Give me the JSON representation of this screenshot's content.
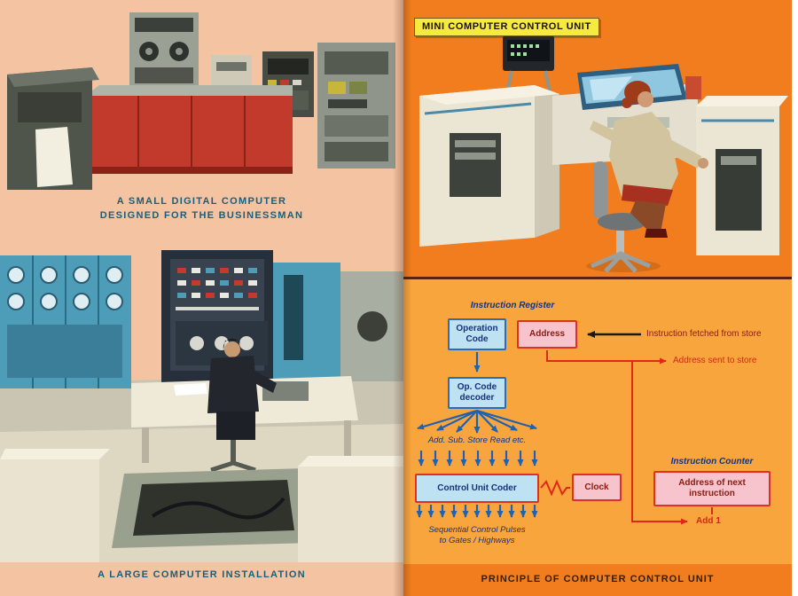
{
  "left_page": {
    "caption_small_line1": "A SMALL DIGITAL COMPUTER",
    "caption_small_line2": "DESIGNED FOR THE BUSINESSMAN",
    "caption_large": "A LARGE COMPUTER INSTALLATION"
  },
  "right_page": {
    "header_label": "MINI COMPUTER CONTROL UNIT",
    "footer_caption": "PRINCIPLE OF COMPUTER CONTROL UNIT",
    "diagram": {
      "instruction_register_label": "Instruction Register",
      "operation_code_line1": "Operation",
      "operation_code_line2": "Code",
      "address_label": "Address",
      "fetched_note": "Instruction fetched from store",
      "sent_note": "Address sent to store",
      "decoder_line1": "Op. Code",
      "decoder_line2": "decoder",
      "decoder_outputs": "Add. Sub. Store Read etc.",
      "control_unit_coder_label": "Control Unit Coder",
      "clock_label": "Clock",
      "instruction_counter_label": "Instruction Counter",
      "next_address_line1": "Address of next",
      "next_address_line2": "instruction",
      "add_one_label": "Add 1",
      "pulses_line1": "Sequential Control Pulses",
      "pulses_line2": "to Gates / Highways"
    }
  },
  "colors": {
    "left_page_bg": "#f3c3a2",
    "right_page_bg": "#f17d1e",
    "diagram_bg": "#f8a53e",
    "caption_teal": "#1a5f7a",
    "header_label_bg": "#f6e93f",
    "header_label_text": "#1a1206",
    "footer_text": "#33200a",
    "box_blue_fill": "#bfe2f2",
    "box_blue_border": "#2a6db5",
    "box_pink_fill": "#f7c3cd",
    "box_red_border": "#e03020",
    "flow_blue": "#1f62b0",
    "flow_red": "#e02818",
    "flow_black": "#1a1a1a",
    "text_navy": "#15337d",
    "text_red": "#d42818",
    "text_maroon": "#8a1c10"
  }
}
